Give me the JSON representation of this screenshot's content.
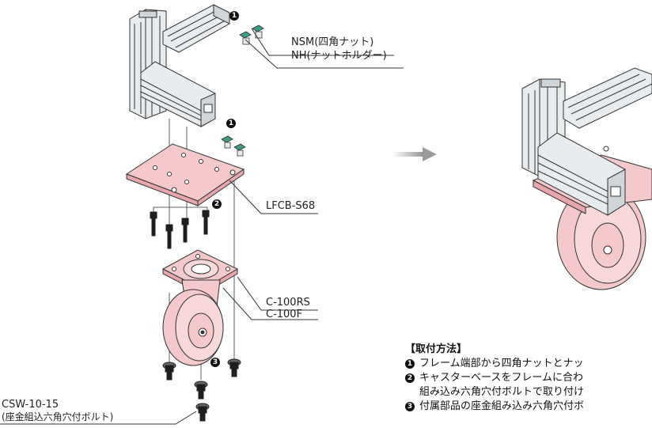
{
  "labels": {
    "nut": "NSM(四角ナット)",
    "holder": "NH(ナットホルダー)",
    "base_plate": "LFCB-S68",
    "caster_rs": "C-100RS",
    "caster_f": "C-100F",
    "bolt_code": "CSW-10-15",
    "bolt_desc": "(座金組込六角穴付ボルト)"
  },
  "step_marks": {
    "one": "1",
    "two": "2",
    "three": "3"
  },
  "instructions": {
    "heading": "【取付方法】",
    "step1": "フレーム端部から四角ナットとナッ",
    "step2": "キャスターベースをフレームに合わ",
    "step2_cont": "組み込み六角穴付ボルトで取り付け",
    "step3": "付属部品の座金組み込み六角穴付ボ"
  },
  "colors": {
    "pink": "#f5c9cc",
    "pink_dark": "#e8a7ad",
    "frame": "#e9ecee",
    "frame_dark": "#9aa3a8",
    "line": "#333333",
    "bolt": "#1e1e1e",
    "nut": "#3f9a85",
    "arrow": "#9a9a9a"
  }
}
